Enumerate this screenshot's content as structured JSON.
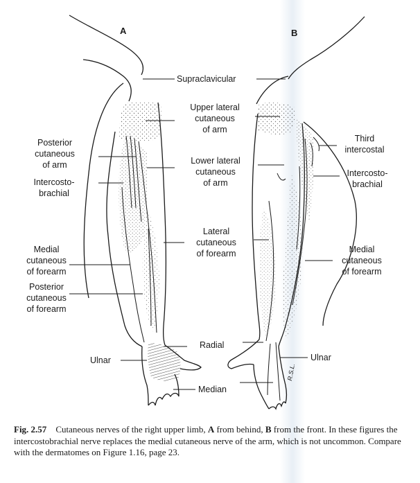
{
  "panels": {
    "a": "A",
    "b": "B"
  },
  "labels": {
    "supraclavicular": "Supraclavicular",
    "upper_lateral": [
      "Upper lateral",
      "cutaneous",
      "of arm"
    ],
    "posterior_arm": [
      "Posterior",
      "cutaneous",
      "of arm"
    ],
    "intercostobrachial_a": [
      "Intercosto-",
      "brachial"
    ],
    "lower_lateral": [
      "Lower lateral",
      "cutaneous",
      "of arm"
    ],
    "third_intercostal": [
      "Third",
      "intercostal"
    ],
    "intercostobrachial_b": [
      "Intercosto-",
      "brachial"
    ],
    "lateral_forearm": [
      "Lateral",
      "cutaneous",
      "of forearm"
    ],
    "medial_forearm_a": [
      "Medial",
      "cutaneous",
      "of forearm"
    ],
    "medial_forearm_b": [
      "Medial",
      "cutaneous",
      "of forearm"
    ],
    "posterior_forearm": [
      "Posterior",
      "cutaneous",
      "of forearm"
    ],
    "radial": "Radial",
    "ulnar_a": "Ulnar",
    "ulnar_b": "Ulnar",
    "median": "Median",
    "signature": "R.S.L."
  },
  "caption": {
    "fig": "Fig. 2.57",
    "text_1": "Cutaneous nerves of the right upper limb,",
    "a": "A",
    "text_2": "from behind,",
    "b": "B",
    "text_3": "from the front. In these figures the intercostobrachial nerve replaces the medial cutaneous nerve of the arm, which is not uncommon. Compare with the dermatomes on Figure 1.16, page 23."
  }
}
